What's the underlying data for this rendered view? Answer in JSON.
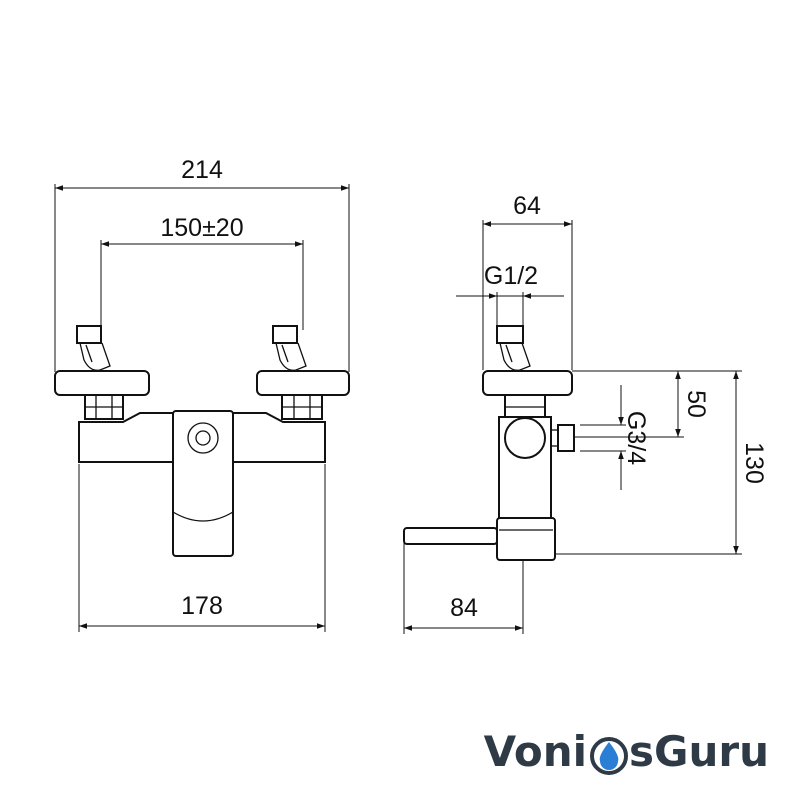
{
  "dimensions": {
    "overall_width": "214",
    "inlet_spacing": "150±20",
    "body_width": "178",
    "side_depth": "64",
    "inlet_thread": "G1/2",
    "height_to_outlet": "50",
    "outlet_thread": "G3/4",
    "overall_height": "130",
    "projection": "84"
  },
  "logo": {
    "text_left": "Voni",
    "text_right": "sGuru",
    "text_color": "#2e3a46",
    "drop_color": "#2a7fd4"
  }
}
